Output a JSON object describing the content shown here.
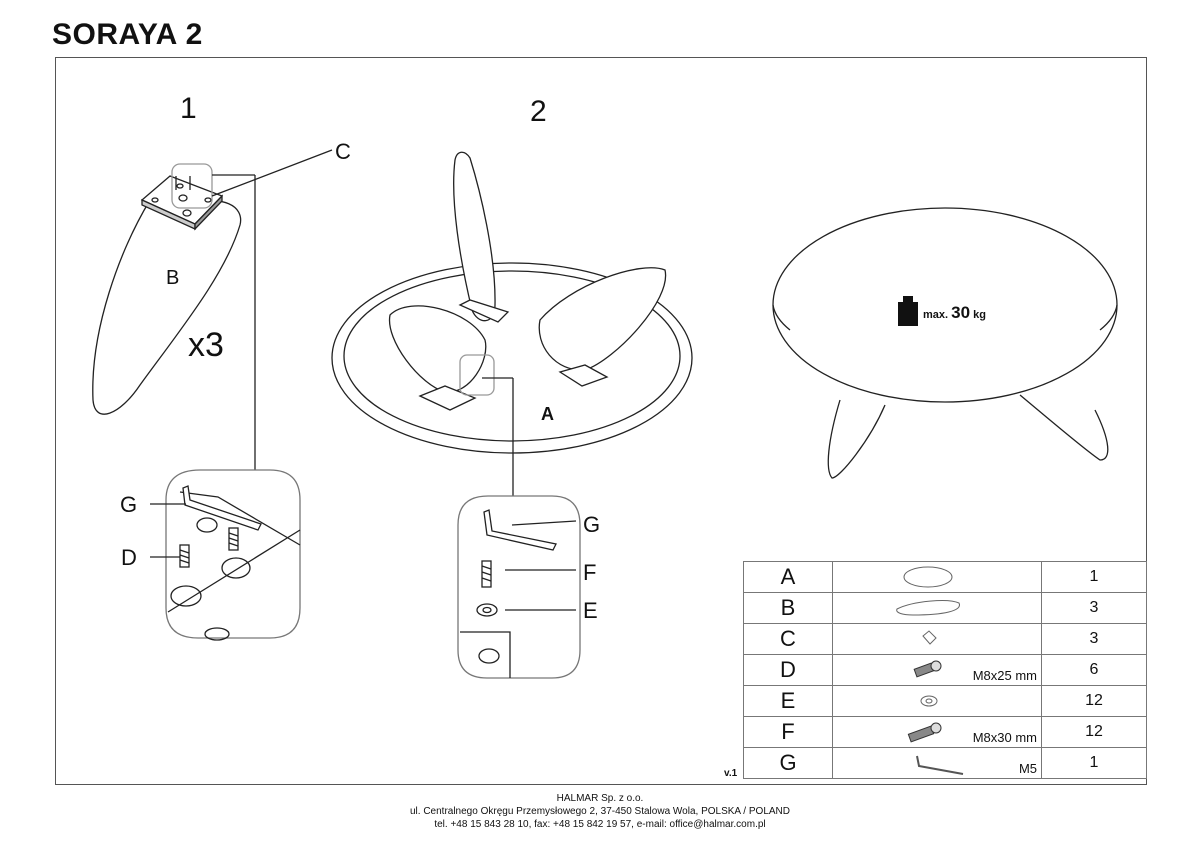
{
  "title": "SORAYA 2",
  "steps": [
    "1",
    "2"
  ],
  "callouts": {
    "step1": {
      "c": "C",
      "b": "B",
      "multiplier": "x3",
      "g": "G",
      "d": "D"
    },
    "step2": {
      "a": "A",
      "g": "G",
      "f": "F",
      "e": "E"
    }
  },
  "weight_limit": {
    "prefix": "max.",
    "value": "30",
    "unit": "kg"
  },
  "version": "v.1",
  "parts": [
    {
      "letter": "A",
      "spec": "",
      "qty": "1",
      "icon": "table-top-icon"
    },
    {
      "letter": "B",
      "spec": "",
      "qty": "3",
      "icon": "leg-icon"
    },
    {
      "letter": "C",
      "spec": "",
      "qty": "3",
      "icon": "mounting-plate-icon"
    },
    {
      "letter": "D",
      "spec": "M8x25 mm",
      "qty": "6",
      "icon": "screw-icon"
    },
    {
      "letter": "E",
      "spec": "",
      "qty": "12",
      "icon": "washer-icon"
    },
    {
      "letter": "F",
      "spec": "M8x30 mm",
      "qty": "12",
      "icon": "screw-icon"
    },
    {
      "letter": "G",
      "spec": "M5",
      "qty": "1",
      "icon": "allen-key-icon"
    }
  ],
  "footer": {
    "company": "HALMAR Sp. z o.o.",
    "address": "ul. Centralnego Okręgu Przemysłowego 2, 37-450 Stalowa Wola, POLSKA / POLAND",
    "contact": "tel. +48 15 843 28 10, fax: +48 15 842 19 57, e-mail: office@halmar.com.pl"
  }
}
